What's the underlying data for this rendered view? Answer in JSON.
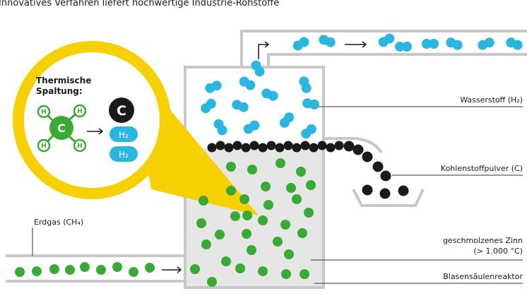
{
  "title": "Innovatives Verfahren liefert hochwertige Industrie-Rohstoffe",
  "labels": {
    "hydrogen": "Wasserstoff (H₂)",
    "carbon_powder": "Kohlenstoffpulver (C)",
    "natural_gas": "Erdgas (CH₄)",
    "molten_tin_line1": "geschmolzenes Zinn",
    "molten_tin_line2": "(> 1.000 °C)",
    "reactor": "Blasensäulenreaktor"
  },
  "zoom": {
    "heading_line1": "Thermische",
    "heading_line2": "Spaltung:",
    "carbon_symbol": "C",
    "hydrogen_symbol": "H",
    "h2_label": "H₂"
  },
  "colors": {
    "green": "#3aaa35",
    "blue": "#2bb6e0",
    "black": "#1a1a1a",
    "yellow": "#f6d000",
    "pipe": "#c8c8c8",
    "tank_fill": "#e6e6e6"
  },
  "icons": [
    "arrow-right-icon"
  ]
}
